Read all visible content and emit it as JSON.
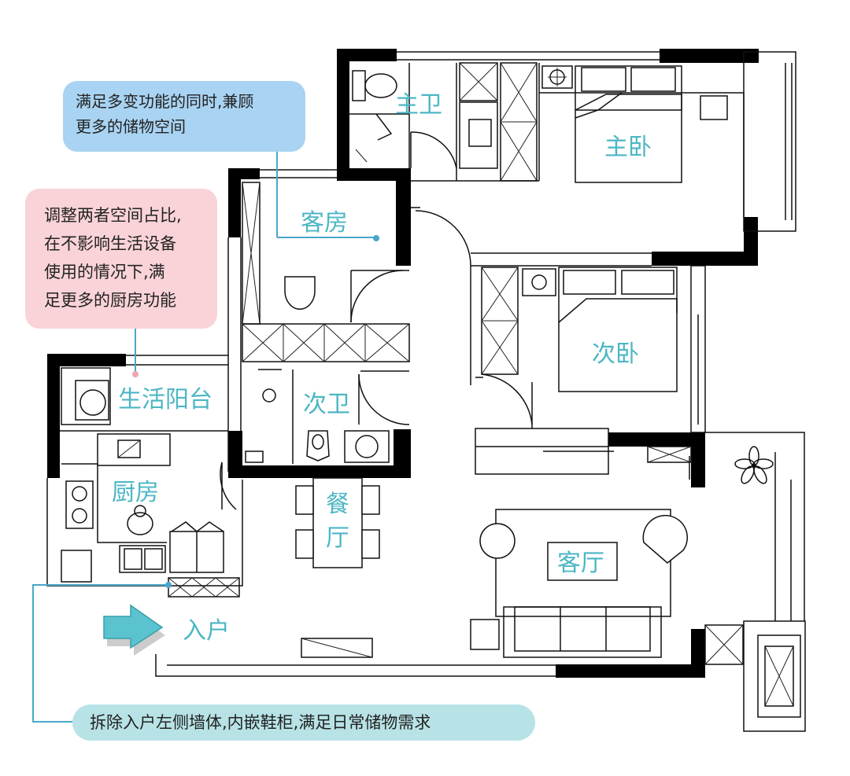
{
  "rooms": {
    "master_bath": "主卫",
    "master_bedroom": "主卧",
    "guest_room": "客房",
    "second_bedroom": "次卧",
    "laundry_balcony": "生活阳台",
    "second_bath": "次卫",
    "kitchen": "厨房",
    "dining": "餐厅",
    "living": "客厅",
    "entry": "入户"
  },
  "notes": {
    "storage": [
      "满足多变功能的同时,兼顾",
      "更多的储物空间"
    ],
    "kitchen": [
      "调整两者空间占比,",
      "在不影响生活设备",
      "使用的情况下,满",
      "足更多的厨房功能"
    ],
    "entry": "拆除入户左侧墙体,内嵌鞋柜,满足日常储物需求"
  },
  "colors": {
    "room_label": "#4db6c4",
    "note_blue": "#a9d3f2",
    "note_pink": "#f9d3d8",
    "note_teal": "#b8e3e6",
    "wall": "#000000",
    "arrow": "#5bc3cf"
  }
}
